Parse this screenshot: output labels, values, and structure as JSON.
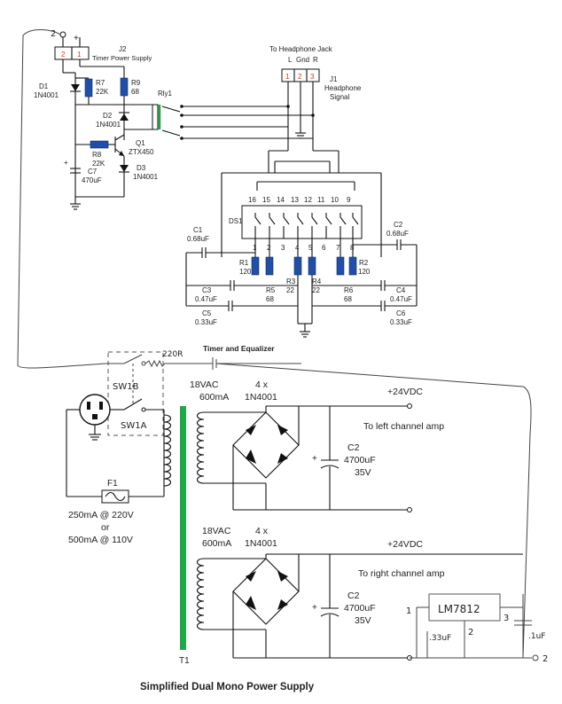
{
  "colors": {
    "resistor_blue": "#1f4fa8",
    "transformer_core_green": "#1fa84a",
    "pin_label_red": "#d23a1e"
  },
  "labels": {
    "j2_pins": [
      "2",
      "1"
    ],
    "j2_name": "J2",
    "j2_desc": "Timer Power Supply",
    "hw_node2": "2",
    "plus": "+",
    "d1_ref": "D1",
    "d1_val": "1N4001",
    "r7_ref": "R7",
    "r7_val": "22K",
    "r9_ref": "R9",
    "r9_val": "68",
    "rly_ref": "Rly1",
    "d2_ref": "D2",
    "d2_val": "1N4001",
    "r8_ref": "R8",
    "r8_val": "22K",
    "q1_ref": "Q1",
    "q1_val": "ZTX450",
    "d3_ref": "D3",
    "d3_val": "1N4001",
    "c7_ref": "C7",
    "c7_val": "470uF",
    "hp_title": "To Headphone Jack",
    "hp_cols": [
      "L",
      "Gnd",
      "R"
    ],
    "hp_pins": [
      "1",
      "2",
      "3"
    ],
    "j1_ref": "J1",
    "j1_desc1": "Headphone",
    "j1_desc2": "Signal",
    "ds1_ref": "DS1",
    "ds_top_pins": [
      "16",
      "15",
      "14",
      "13",
      "12",
      "11",
      "10",
      "9"
    ],
    "ds_bot_pins": [
      "1",
      "2",
      "3",
      "4",
      "5",
      "6",
      "7",
      "8"
    ],
    "c1_ref": "C1",
    "c1_val": "0.68uF",
    "c2a_ref": "C2",
    "c2a_val": "0.68uF",
    "r1_ref": "R1",
    "r1_val": "120",
    "r2_ref": "R2",
    "r2_val": "120",
    "r3_ref": "R3",
    "r3_val": "22",
    "r4_ref": "R4",
    "r4_val": "22",
    "r5_ref": "R5",
    "r5_val": "68",
    "r6_ref": "R6",
    "r6_val": "68",
    "c3_ref": "C3",
    "c3_val": "0.47uF",
    "c4_ref": "C4",
    "c4_val": "0.47uF",
    "c5_ref": "C5",
    "c5_val": "0.33uF",
    "c6_ref": "C6",
    "c6_val": "0.33uF",
    "timer_eq": "Timer and Equalizer",
    "hw_220r": "220R",
    "hw_sw1b": "SW1B",
    "hw_sw1a": "SW1A",
    "t_vac1": "18VAC",
    "t_ma1": "600mA",
    "t_n1": "4 x",
    "t_diode1": "1N4001",
    "vdc1": "+24VDC",
    "left_amp": "To left channel amp",
    "c2_ref1": "C2",
    "c2_val1": "4700uF",
    "c2_v1": "35V",
    "f1_ref": "F1",
    "fuse_l1": "250mA @ 220V",
    "fuse_l2": "or",
    "fuse_l3": "500mA @ 110V",
    "t_vac2": "18VAC",
    "t_ma2": "600mA",
    "t_n2": "4 x",
    "t_diode2": "1N4001",
    "vdc2": "+24VDC",
    "right_amp": "To right channel amp",
    "c2_ref2": "C2",
    "c2_val2": "4700uF",
    "c2_v2": "35V",
    "hw_lm": "LM7812",
    "hw_pin1": "1",
    "hw_pin2": "2",
    "hw_pin3": "3",
    "hw_cap1": ".33uF",
    "hw_cap2": ".1uF",
    "hw_node_end": "2",
    "t1_ref": "T1",
    "caption": "Simplified Dual Mono Power Supply"
  }
}
